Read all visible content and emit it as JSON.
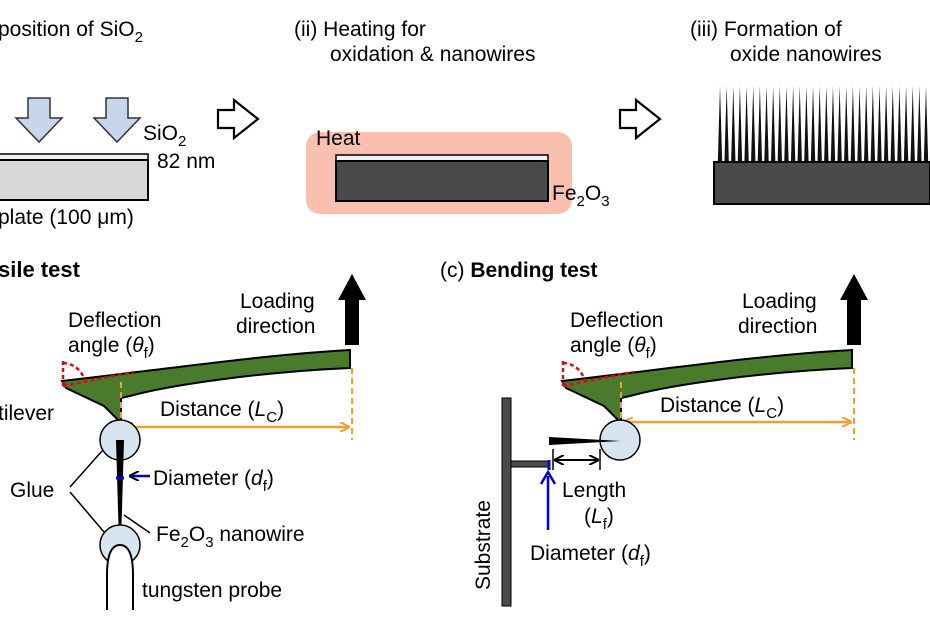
{
  "process": {
    "step1": {
      "title": "position of SiO",
      "title_sub": "2"
    },
    "step2": {
      "title_line1": "(ii) Heating for",
      "title_line2": "oxidation & nanowires"
    },
    "step3": {
      "title_line1": "(iii) Formation of",
      "title_line2": "oxide nanowires"
    },
    "sio2_label": "SiO",
    "sio2_sub": "2",
    "thickness_label": "82 nm",
    "plate_label": "plate (100 μm)",
    "heat_label": "Heat",
    "fe2o3_a": "Fe",
    "fe2o3_sub1": "2",
    "fe2o3_b": "O",
    "fe2o3_sub2": "3"
  },
  "tensile": {
    "title": "sile test",
    "loading_line1": "Loading",
    "loading_line2": "direction",
    "deflection_line1": "Deflection",
    "deflection_line2a": "angle (",
    "theta": "θ",
    "theta_sub": "f",
    "deflection_line2b": ")",
    "cantilever": "tilever",
    "distance_a": "Distance (",
    "distance_L": "L",
    "distance_sub": "C",
    "distance_b": ")",
    "diameter_a": "Diameter (",
    "diameter_d": "d",
    "diameter_sub": "f",
    "diameter_b": ")",
    "glue": "Glue",
    "nanowire_a": "Fe",
    "nanowire_sub1": "2",
    "nanowire_b": "O",
    "nanowire_sub2": "3",
    "nanowire_c": " nanowire",
    "probe": "tungsten probe"
  },
  "bending": {
    "title_prefix": "(c) ",
    "title_bold": "Bending test",
    "loading_line1": "Loading",
    "loading_line2": "direction",
    "deflection_line1": "Deflection",
    "deflection_line2a": "angle (",
    "theta": "θ",
    "theta_sub": "f",
    "deflection_line2b": ")",
    "distance_a": "Distance (",
    "distance_L": "L",
    "distance_sub": "C",
    "distance_b": ")",
    "substrate": "Substrate",
    "length_line1": "Length",
    "length_a": "(",
    "length_L": "L",
    "length_sub": "f",
    "length_b": ")",
    "diameter_a": "Diameter (",
    "diameter_d": "d",
    "diameter_sub": "f",
    "diameter_b": ")"
  },
  "colors": {
    "cantilever_green": "#4a7a2c",
    "orange": "#f0a030",
    "blue": "#0000dd",
    "red": "#d01010",
    "heat_bg": "#f9c0b0",
    "arrow_blue": "#c8d6ec",
    "dark_plate": "#4a4a4a",
    "light_plate": "#d8d8d8",
    "glue": "#d8e4f0"
  }
}
